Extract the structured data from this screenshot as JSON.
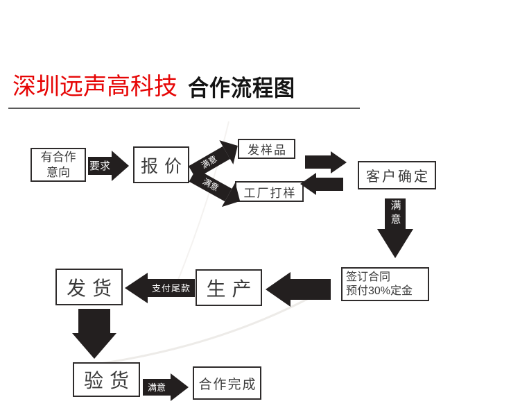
{
  "header": {
    "company": "深圳远声高科技",
    "title": "合作流程图"
  },
  "nodes": {
    "intent_line1": "有合作",
    "intent_line2": "意向",
    "quote": "报价",
    "send_sample": "发样品",
    "factory_sample": "工厂打样",
    "customer_confirm": "客户确定",
    "contract_line1": "签订合同",
    "contract_line2": "预付30%定金",
    "production": "生产",
    "ship": "发货",
    "inspect": "验货",
    "complete": "合作完成"
  },
  "arrows": {
    "requirement": "要求",
    "satisfied_upper": "满意",
    "satisfied_lower": "满意",
    "satisfied_down": "满意",
    "pay_balance": "支付尾款",
    "satisfied_final": "满意"
  },
  "colors": {
    "title_red": "#e60505",
    "ink": "#231f1f",
    "box_border": "#2e2b2b"
  }
}
